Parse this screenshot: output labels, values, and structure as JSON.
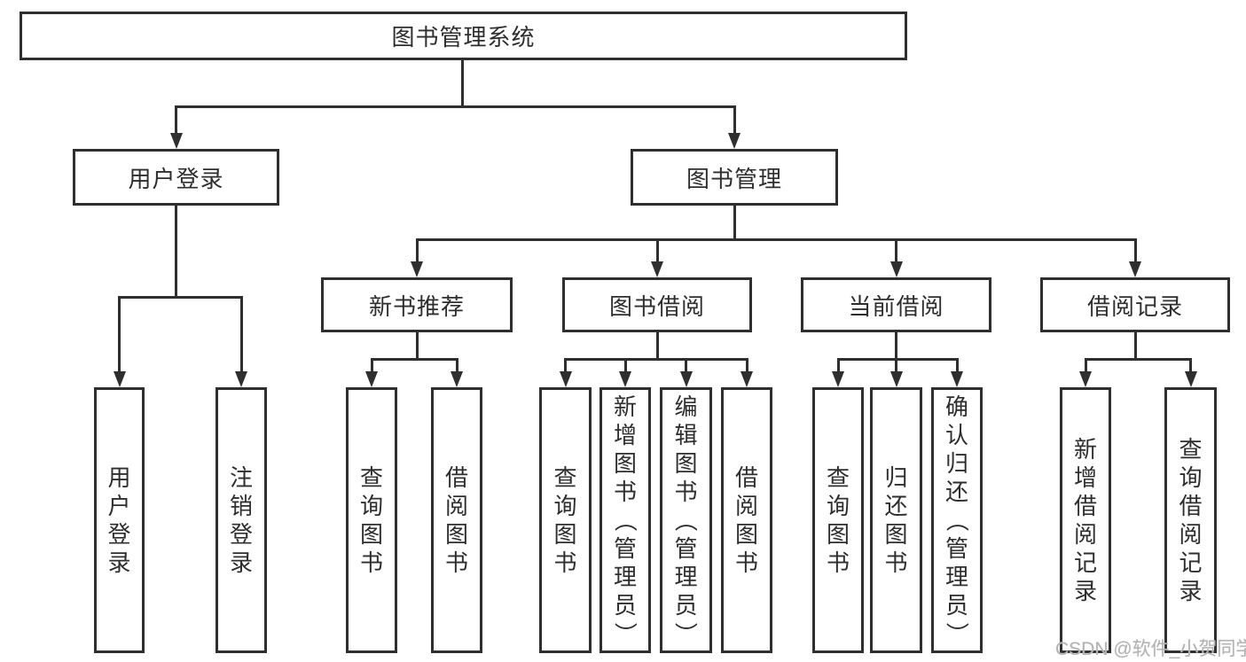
{
  "diagram": {
    "root": {
      "label": "图书管理系统"
    },
    "children": [
      {
        "label": "用户登录",
        "children": [
          {
            "label": "用户登录"
          },
          {
            "label": "注销登录"
          }
        ]
      },
      {
        "label": "图书管理",
        "children": [
          {
            "label": "新书推荐",
            "children": [
              {
                "label": "查询图书"
              },
              {
                "label": "借阅图书"
              }
            ]
          },
          {
            "label": "图书借阅",
            "children": [
              {
                "label": "查询图书"
              },
              {
                "label": "新增图书（管理员）"
              },
              {
                "label": "编辑图书（管理员）"
              },
              {
                "label": "借阅图书"
              }
            ]
          },
          {
            "label": "当前借阅",
            "children": [
              {
                "label": "查询图书"
              },
              {
                "label": "归还图书"
              },
              {
                "label": "确认归还（管理员）"
              }
            ]
          },
          {
            "label": "借阅记录",
            "children": [
              {
                "label": "新增借阅记录"
              },
              {
                "label": "查询借阅记录"
              }
            ]
          }
        ]
      }
    ]
  },
  "watermark": {
    "text": "CSDN @软件_小贺同学"
  },
  "colors": {
    "line": "#2f2f2f",
    "text": "#2e2e2e",
    "background": "#ffffff",
    "watermark": "#b3b3b3"
  }
}
